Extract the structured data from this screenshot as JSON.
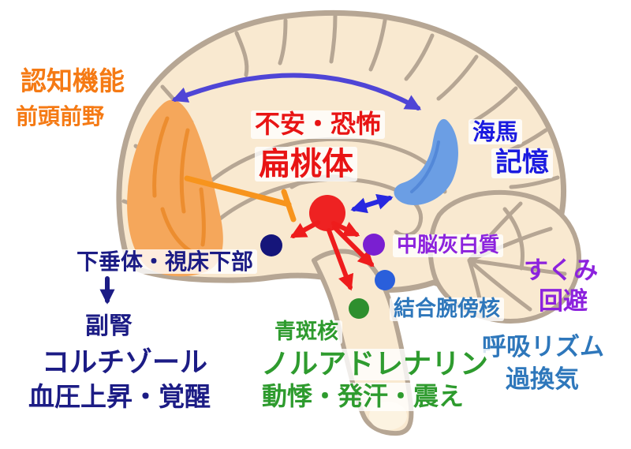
{
  "diagram": {
    "type": "brain-sagittal-anxiety-circuit",
    "colors": {
      "brain_fill": "#f9e9d0",
      "brain_outline": "#b6a694",
      "prefrontal_fill": "#f5a75b",
      "hippocampus_fill": "#6b9ee4",
      "amygdala_red": "#ee1c1c",
      "navy": "#1c1c85",
      "purple": "#8c22dd",
      "steel_blue": "#2e77bb",
      "green": "#2e9b2e",
      "orange_text": "#f57a14",
      "blue_text": "#1b1be0",
      "violet_arrow": "#4f45d6",
      "inhibition_orange": "#f7941d"
    },
    "prefrontal": {
      "function_label": "認知機能",
      "region_label": "前頭前野"
    },
    "amygdala": {
      "function_label": "不安・恐怖",
      "region_label": "扁桃体"
    },
    "hippocampus": {
      "region_label": "海馬",
      "function_label": "記憶"
    },
    "hpa_axis": {
      "region_label": "下垂体・視床下部",
      "gland_label": "副腎",
      "hormone_label": "コルチゾール",
      "effect_label": "血圧上昇・覚醒"
    },
    "pag": {
      "region_label": "中脳灰白質",
      "effect_label_1": "すくみ",
      "effect_label_2": "回避"
    },
    "parabrachial": {
      "region_label": "結合腕傍核",
      "effect_label_1": "呼吸リズム",
      "effect_label_2": "過換気"
    },
    "locus_coeruleus": {
      "region_label": "青斑核",
      "hormone_label": "ノルアドレナリン",
      "effect_label": "動悸・発汗・震え"
    },
    "connections": [
      {
        "from": "扁桃体",
        "to": "下垂体・視床下部",
        "style": "red-arrow"
      },
      {
        "from": "扁桃体",
        "to": "中脳灰白質",
        "style": "red-arrow"
      },
      {
        "from": "扁桃体",
        "to": "結合腕傍核",
        "style": "red-arrow"
      },
      {
        "from": "扁桃体",
        "to": "青斑核",
        "style": "red-arrow"
      },
      {
        "from": "扁桃体",
        "to": "海馬",
        "style": "blue-double-arrow"
      },
      {
        "from": "前頭前野",
        "to": "扁桃体",
        "style": "orange-inhibition-line"
      },
      {
        "from": "前頭前野",
        "to": "海馬",
        "style": "violet-curved-double-arrow"
      },
      {
        "from": "下垂体・視床下部",
        "to": "副腎",
        "style": "navy-down-arrow"
      }
    ]
  }
}
